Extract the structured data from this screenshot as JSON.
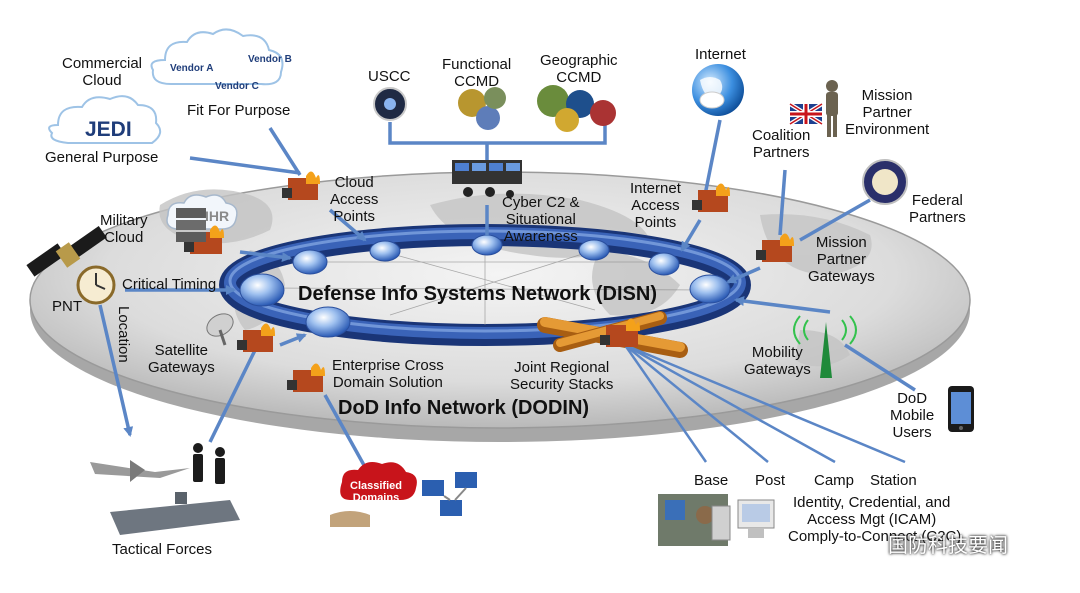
{
  "labels": {
    "commercial_cloud": "Commercial\nCloud",
    "vendor_a": "Vendor A",
    "vendor_b": "Vendor B",
    "vendor_c": "Vendor C",
    "fit_for_purpose": "Fit For Purpose",
    "jedi": "JEDI",
    "general_purpose": "General Purpose",
    "uscc": "USCC",
    "functional_ccmd": "Functional\nCCMD",
    "geographic_ccmd": "Geographic\nCCMD",
    "internet": "Internet",
    "mission_partner_env": "Mission\nPartner\nEnvironment",
    "coalition_partners": "Coalition\nPartners",
    "federal_partners": "Federal\nPartners",
    "cloud_access_points": "Cloud\nAccess\nPoints",
    "cyber_c2": "Cyber C2 &\nSituational\nAwareness",
    "internet_access_points": "Internet\nAccess\nPoints",
    "military_cloud": "Military\nCloud",
    "mission_partner_gateways": "Mission\nPartner\nGateways",
    "pnt": "PNT",
    "critical_timing": "Critical Timing",
    "location": "Location",
    "disn": "Defense Info Systems Network (DISN)",
    "satellite_gateways": "Satellite\nGateways",
    "enterprise_cross_domain": "Enterprise Cross\nDomain Solution",
    "jrss": "Joint Regional\nSecurity Stacks",
    "mobility_gateways": "Mobility\nGateways",
    "dodin": "DoD Info Network (DODIN)",
    "dod_mobile_users": "DoD\nMobile\nUsers",
    "tactical_forces": "Tactical Forces",
    "classified_domains": "Classified\nDomains",
    "base": "Base",
    "post": "Post",
    "camp": "Camp",
    "station": "Station",
    "icam": "Identity, Credential, and\nAccess Mgt (ICAM)",
    "c2c": "Comply-to-Connect (C2C)",
    "ihr": "IHR",
    "watermark": "国防科技要闻"
  },
  "colors": {
    "ring": "#1f3f8f",
    "ring_light": "#5c86d0",
    "arrow": "#5b86c6",
    "disc": "#d9d9d9",
    "disc_edge": "#9a9a9a",
    "firewall": "#b5481e",
    "jrss_bar": "#d98a2a",
    "classified_red": "#c8141b"
  },
  "icons": [
    "firewall-lock-icon",
    "cloud-icon",
    "globe-icon",
    "satellite-icon",
    "satellite-dish-icon",
    "clock-icon",
    "drone-icon",
    "ship-icon",
    "soldier-icon",
    "smartphone-icon",
    "cell-tower-icon",
    "computer-network-icon",
    "uk-flag-icon",
    "seal-icon",
    "server-icon"
  ]
}
